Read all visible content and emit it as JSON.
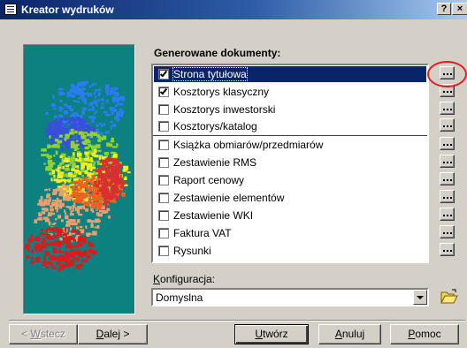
{
  "window": {
    "title": "Kreator wydruków",
    "help_label": "?",
    "close_label": "×"
  },
  "documents": {
    "heading": "Generowane dokumenty:",
    "items": [
      {
        "label": "Strona tytułowa",
        "checked": true,
        "selected": true
      },
      {
        "label": "Kosztorys klasyczny",
        "checked": true,
        "selected": false
      },
      {
        "label": "Kosztorys inwestorski",
        "checked": false,
        "selected": false
      },
      {
        "label": "Kosztorys/katalog",
        "checked": false,
        "selected": false
      },
      {
        "label": "Książka obmiarów/przedmiarów",
        "checked": false,
        "selected": false
      },
      {
        "label": "Zestawienie RMS",
        "checked": false,
        "selected": false
      },
      {
        "label": "Raport cenowy",
        "checked": false,
        "selected": false
      },
      {
        "label": "Zestawienie elementów",
        "checked": false,
        "selected": false
      },
      {
        "label": "Zestawienie WKI",
        "checked": false,
        "selected": false
      },
      {
        "label": "Faktura VAT",
        "checked": false,
        "selected": false
      },
      {
        "label": "Rysunki",
        "checked": false,
        "selected": false
      }
    ]
  },
  "configuration": {
    "label_accel": "K",
    "label_rest": "onfiguracja:",
    "value": "Domyslna"
  },
  "buttons": {
    "back_accel": "W",
    "back_rest": "stecz",
    "next_accel": "D",
    "next_rest": "alej",
    "create_accel": "U",
    "create_rest": "twórz",
    "cancel_accel": "A",
    "cancel_rest": "nuluj",
    "help_accel": "P",
    "help_rest": "omoc"
  },
  "colors": {
    "selection": "#0a246a",
    "art_background": "#0d8080",
    "highlight_circle": "#e02020"
  }
}
